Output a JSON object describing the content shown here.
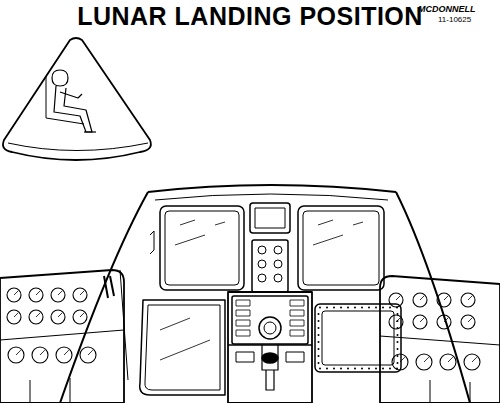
{
  "diagram": {
    "title": "LUNAR LANDING POSITION",
    "labels": [
      "MCDONNELL",
      "11-10625"
    ]
  }
}
